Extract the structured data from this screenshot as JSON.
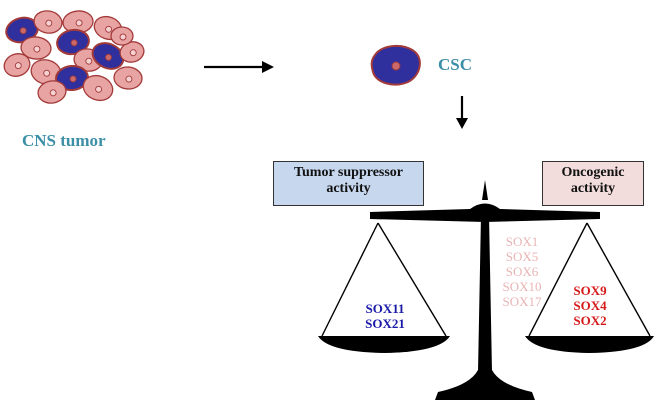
{
  "tumor_label": "CNS tumor",
  "csc_label": "CSC",
  "boxes": {
    "suppressor": {
      "line1": "Tumor suppressor",
      "line2": "activity"
    },
    "oncogenic": {
      "line1": "Oncogenic",
      "line2": "activity"
    }
  },
  "sox": {
    "suppressors": [
      "SOX11",
      "SOX21"
    ],
    "neutral": [
      "SOX1",
      "SOX5",
      "SOX6",
      "SOX10",
      "SOX17"
    ],
    "oncogenic": [
      "SOX9",
      "SOX4",
      "SOX2"
    ]
  },
  "colors": {
    "teal_label": "#3d8fa8",
    "cell_fill": "#e8a3a3",
    "cell_stroke": "#a33a3a",
    "stem_fill": "#2f2f9e",
    "suppressor_box": "#c6d7ee",
    "oncogenic_box": "#f2dcdc",
    "suppressor_text": "#1a1aa8",
    "neutral_text": "#e8b4b4",
    "oncogenic_text": "#d61a1a",
    "scale": "#000000"
  }
}
